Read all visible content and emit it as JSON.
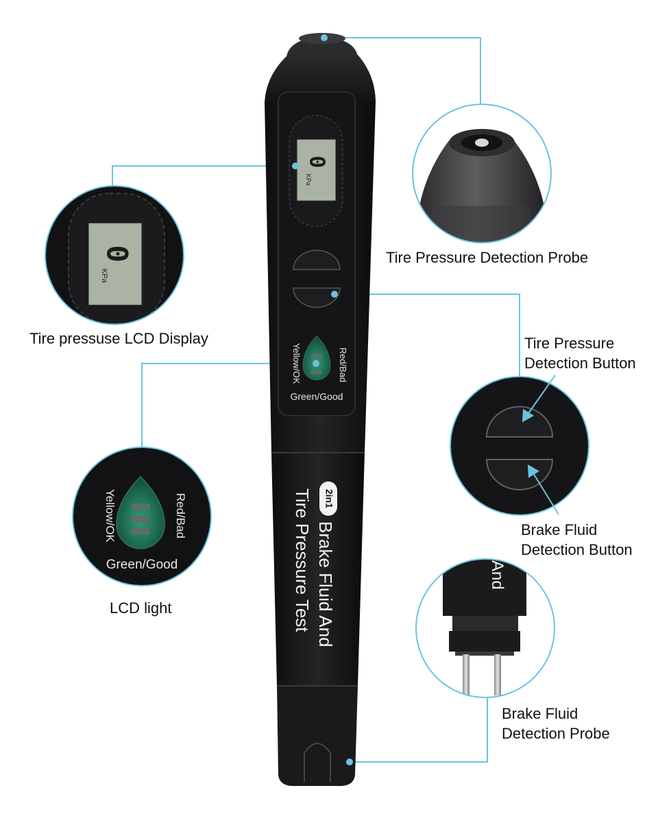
{
  "device": {
    "lcd_digit": "0",
    "lcd_unit": "KPa",
    "lights_label_left": "Yellow/OK",
    "lights_label_right": "Red/Bad",
    "lights_label_bottom": "Green/Good",
    "badge": "2in1",
    "title_line1": "Brake Fluid And",
    "title_line2": "Tire Pressure Test"
  },
  "callouts": {
    "lcd_display": "Tire pressuse LCD Display",
    "pressure_probe": "Tire Pressure Detection Probe",
    "pressure_button_line1": "Tire Pressure",
    "pressure_button_line2": "Detection Button",
    "lcd_light": "LCD light",
    "brake_button_line1": "Brake Fluid",
    "brake_button_line2": "Detection Button",
    "brake_probe_line1": "Brake Fluid",
    "brake_probe_line2": "Detection Probe"
  },
  "zoom_snippet_text": "And",
  "colors": {
    "leader_line": "#6cc3e0",
    "device_body": "#1b1b1d",
    "lcd_screen": "#aab3a4",
    "indicator": "#1f7a5e"
  }
}
